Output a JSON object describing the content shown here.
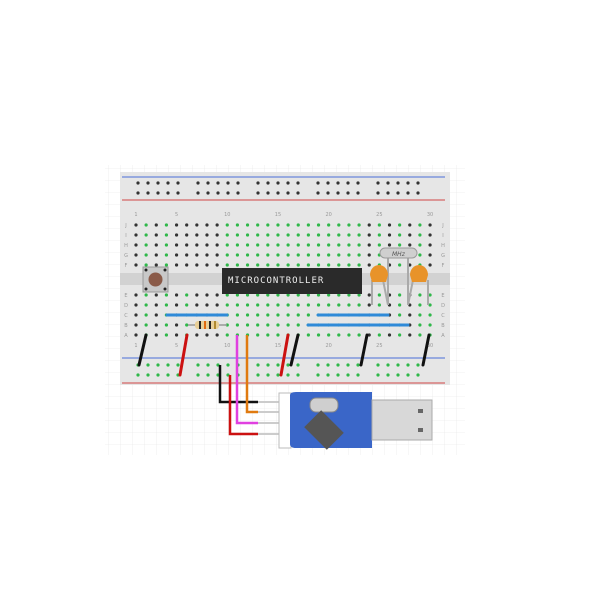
{
  "chip": {
    "label": "MICROCONTROLLER"
  },
  "crystal": {
    "label": "MHz"
  },
  "breadboard": {
    "column_labels": [
      "1",
      "5",
      "10",
      "15",
      "20",
      "25",
      "30"
    ],
    "row_labels_top": [
      "J",
      "I",
      "H",
      "G",
      "F"
    ],
    "row_labels_bottom": [
      "E",
      "D",
      "C",
      "B",
      "A"
    ]
  },
  "colors": {
    "board": "#e6e6e6",
    "hole": "#333333",
    "hole_connected": "#2fb84a",
    "rail_blue": "#4a6fd8",
    "rail_red": "#d04545",
    "wire_black": "#111111",
    "wire_red": "#cc1111",
    "wire_pink": "#e040e0",
    "wire_orange": "#e07a10",
    "jumper_blue": "#2f8ad8",
    "capacitor": "#e8932a",
    "usb_pcb": "#3a66c8"
  }
}
